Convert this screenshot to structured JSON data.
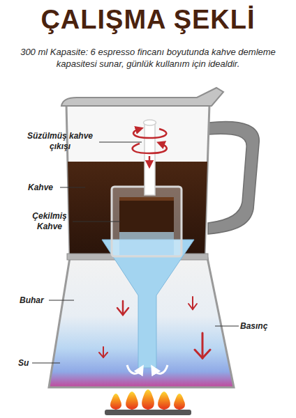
{
  "diagram": {
    "title": "ÇALIŞMA ŞEKLİ",
    "caption": "300 ml Kapasite: 6 espresso fincanı boyutunda kahve demleme kapasitesi sunar, günlük kullanım için idealdir.",
    "labels": [
      "Süzülmüş kahve çıkışı",
      "Kahve",
      "Çekilmiş Kahve",
      "Buhar",
      "Basınç",
      "Su"
    ]
  }
}
